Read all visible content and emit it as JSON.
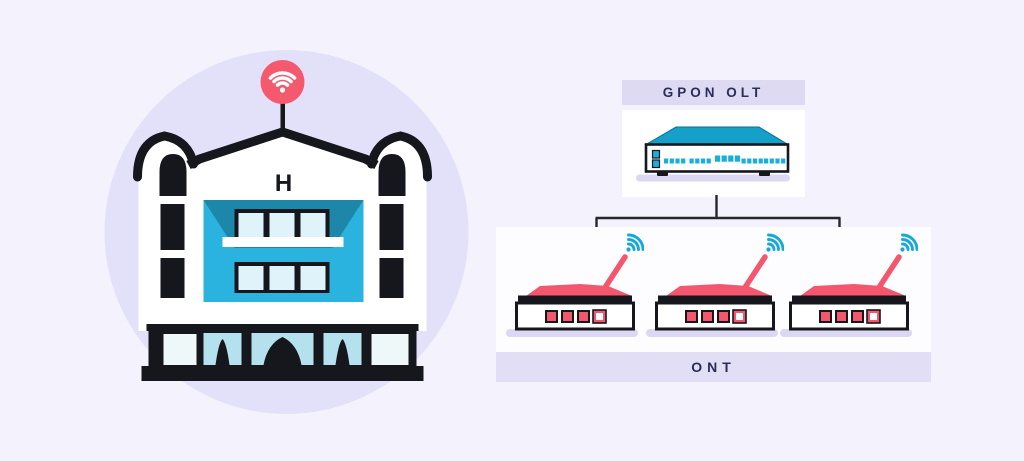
{
  "page": {
    "background_color": "#f4f2fd"
  },
  "illustration": {
    "hotel": {
      "sign_letter": "H",
      "background_circle_color": "#e3e0f9",
      "facade_accent_color": "#2ab3de",
      "facade_accent_dark_color": "#1d87aa",
      "window_pane_color": "#dff3fa",
      "storefront_pane_color": "#b5e1ef",
      "storefront_pane_light_color": "#eef8f8",
      "outline_color": "#16161d",
      "wifi_badge_color": "#f5596d"
    }
  },
  "diagram": {
    "olt": {
      "label": "GPON OLT",
      "device": "gpon-olt-chassis",
      "chassis_top_color": "#14a0c8",
      "port_color": "#18aede",
      "card_background": "#ffffff"
    },
    "ont": {
      "label": "ONT",
      "count": 3,
      "device": "wifi-router",
      "body_color": "#f4566e",
      "wifi_color": "#16a8d8",
      "panel_background": "#fdfdff"
    },
    "label_text_color": "#2b2d55",
    "label_bar_color": "#dedaf4",
    "connector_color": "#26262b"
  },
  "icons": {
    "hotel_rooftop": "wifi-icon",
    "ont_antenna": "wifi-signal-icon"
  }
}
